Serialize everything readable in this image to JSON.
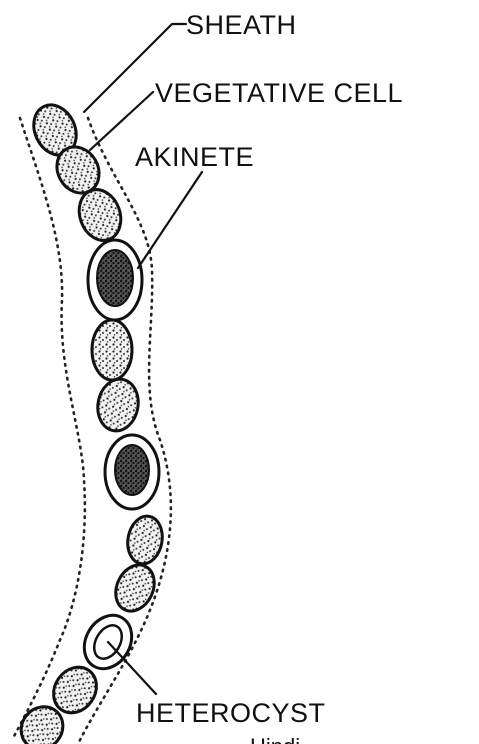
{
  "labels": {
    "sheath": "SHEATH",
    "vegetative_cell": "VEGETATIVE CELL",
    "akinete": "AKINETE",
    "heterocyst": "HETEROCYST",
    "bottom_cut": "Hindi"
  }
}
